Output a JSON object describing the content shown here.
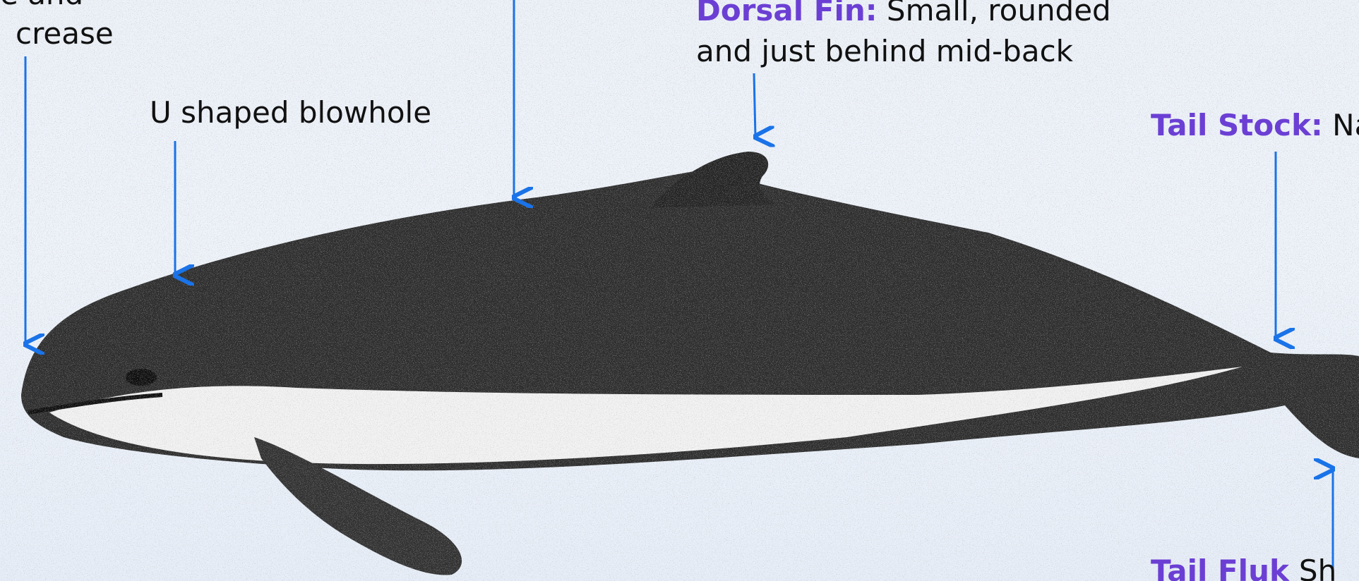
{
  "colors": {
    "term": "#6b3fd4",
    "text": "#111111",
    "arrow": "#1a73e8",
    "background": "#edf2f9",
    "body_dark": "#2f2f2f",
    "body_light": "#f2f2f2"
  },
  "labels": {
    "head_crease": {
      "line1": "e   and",
      "line2": "crease"
    },
    "blowhole": {
      "text": "U shaped  blowhole"
    },
    "dorsal_fin": {
      "term": "Dorsal  Fin:",
      "desc": " Small,  rounded",
      "line2": "and just behind mid-back"
    },
    "tail_stock": {
      "term": "Tail Stock:",
      "desc": " Na"
    },
    "tail_flukes": {
      "term": "Tail Fluk",
      "desc": "Sh"
    }
  },
  "icons": {
    "arrow": "arrow-icon",
    "animal": "porpoise-illustration"
  }
}
